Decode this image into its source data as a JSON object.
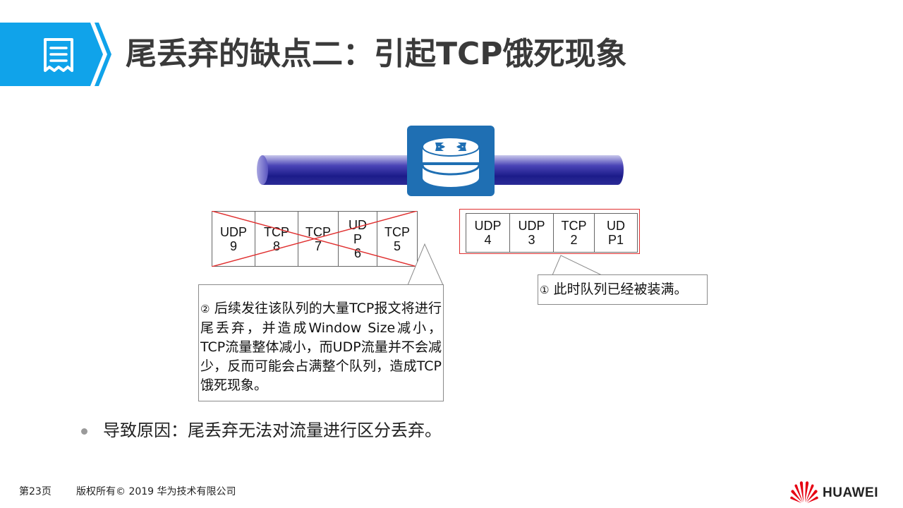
{
  "header": {
    "title": "尾丢弃的缺点二：引起TCP饿死现象",
    "banner_color": "#10a3ea",
    "icon": "document-icon"
  },
  "diagram": {
    "router_icon": "router-icon",
    "router_color": "#1f6fb3",
    "pipe_color": "#1c1c8a",
    "left_queue": {
      "crossed_out": true,
      "cells": [
        "UDP\n9",
        "TCP\n8",
        "TCP\n7",
        "UD\nP\n6",
        "TCP\n5"
      ]
    },
    "right_queue": {
      "cells": [
        "UDP\n4",
        "UDP\n3",
        "TCP\n2",
        "UD\nP1"
      ]
    },
    "callout_full": {
      "marker": "①",
      "text": " 此时队列已经被装满。"
    },
    "callout_tail_drop": {
      "marker": "②",
      "text": " 后续发往该队列的大量TCP报文将进行尾丢弃，并造成Window Size减小，TCP流量整体减小，而UDP流量并不会减少，反而可能会占满整个队列，造成TCP饿死现象。"
    }
  },
  "bullets": [
    {
      "text": "导致原因：尾丢弃无法对流量进行区分丢弃。"
    }
  ],
  "footer": {
    "page_number": "第23页",
    "copyright": "版权所有© 2019 华为技术有限公司",
    "brand": "HUAWEI",
    "brand_color": "#e60012"
  }
}
